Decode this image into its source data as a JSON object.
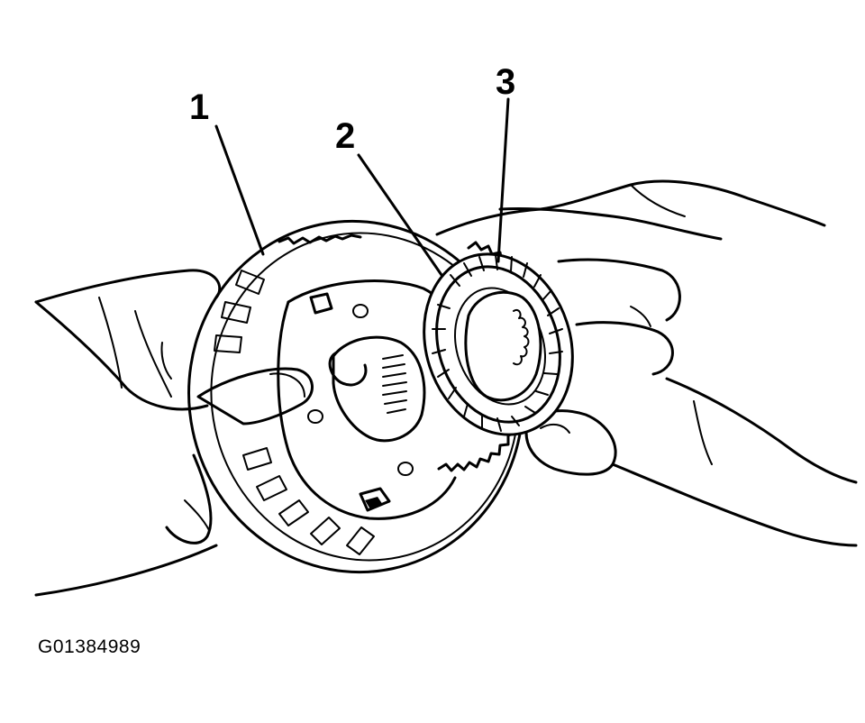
{
  "callouts": [
    {
      "id": "1",
      "text": "1"
    },
    {
      "id": "2",
      "text": "2"
    },
    {
      "id": "3",
      "text": "3"
    }
  ],
  "figure_id": "G01384989",
  "icons": {
    "hands": "hands-illustration",
    "drum": "clutch-drum-illustration",
    "thrust_bearing": "thrust-bearing-illustration"
  },
  "colors": {
    "ink": "#000000",
    "paper": "#ffffff"
  }
}
